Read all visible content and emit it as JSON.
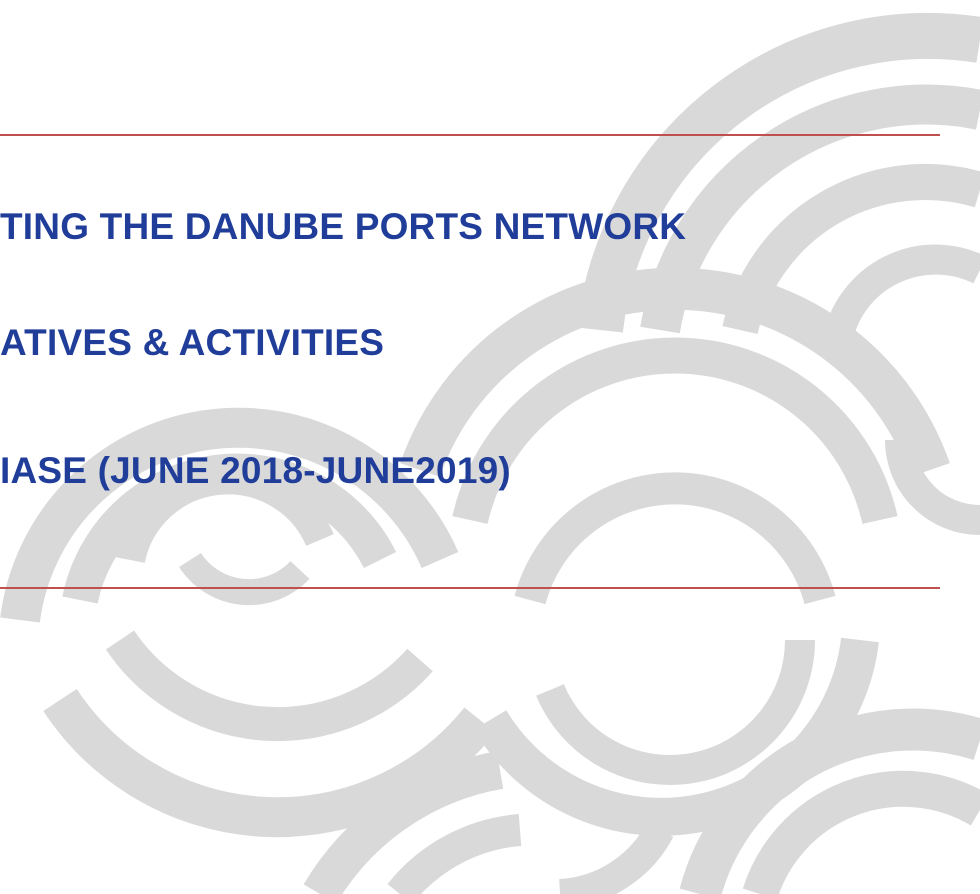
{
  "colors": {
    "text": "#1f3d99",
    "rule": "#c0504d",
    "pattern": "#d9d9d9"
  },
  "title_lines": [
    "TING THE DANUBE PORTS NETWORK",
    "ATIVES  & ACTIVITIES",
    "IASE (JUNE 2018-JUNE2019)"
  ]
}
